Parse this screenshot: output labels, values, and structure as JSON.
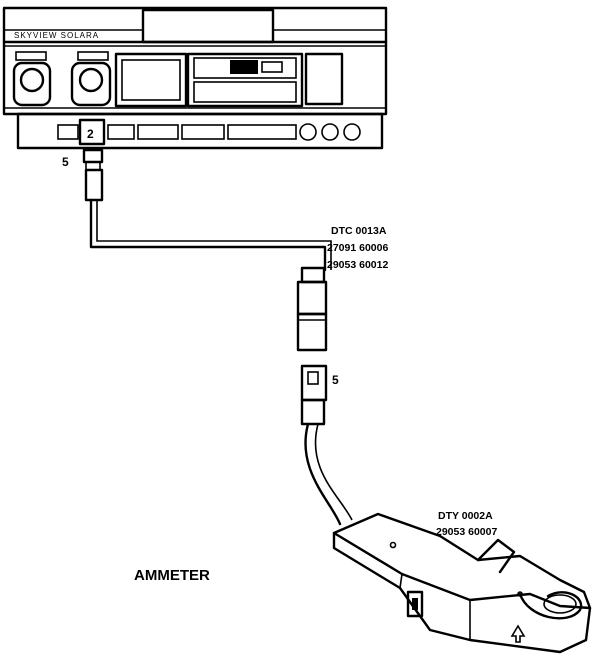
{
  "diagram": {
    "device_brand": "SKYVIEW SOLARA",
    "port_number": "2",
    "port_connector_label": "5",
    "cable_connector_label": "5",
    "adapter_label": {
      "line1": "DTC 0013A",
      "line2": "27091 60006",
      "line3": "29053 60012"
    },
    "probe_label": {
      "line1": "DTY 0002A",
      "line2": "29053 60007"
    },
    "title": "AMMETER"
  }
}
